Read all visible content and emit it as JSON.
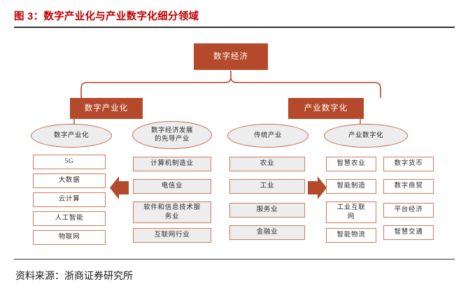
{
  "header": {
    "figure_label": "图 3：",
    "title": "数字产业化与产业数字化细分领域",
    "full_title": "图 3：数字产业化与产业数字化细分领域",
    "accent_color": "#C00000"
  },
  "footer": {
    "source_label": "资料来源：",
    "source_value": "浙商证券研究所",
    "full_text": "资料来源：浙商证券研究所"
  },
  "diagram": {
    "root": {
      "label": "数字经济"
    },
    "branches": [
      {
        "label": "数字产业化"
      },
      {
        "label": "产业数字化"
      }
    ],
    "ellipses": [
      {
        "label": "数字产业化"
      },
      {
        "label_line1": "数字经济发展",
        "label_line2": "的先导产业"
      },
      {
        "label": "传统产业"
      },
      {
        "label": "产业数字化"
      }
    ],
    "columns": [
      {
        "name": "digital-industrialization-techs",
        "style": "white",
        "items": [
          {
            "label": "5G"
          },
          {
            "label": "大数据"
          },
          {
            "label": "云计算"
          },
          {
            "label": "人工智能"
          },
          {
            "label": "物联网"
          }
        ]
      },
      {
        "name": "digital-industries",
        "style": "gray",
        "items": [
          {
            "label": "计算机制造业"
          },
          {
            "label": "电信业"
          },
          {
            "label_line1": "软件和信息技术服",
            "label_line2": "务业"
          },
          {
            "label": "互联网行业"
          }
        ]
      },
      {
        "name": "traditional-industries",
        "style": "gray",
        "items": [
          {
            "label": "农业"
          },
          {
            "label": "工业"
          },
          {
            "label": "服务业"
          },
          {
            "label": "金融业"
          }
        ]
      },
      {
        "name": "industry-digitalization-a",
        "style": "white",
        "items": [
          {
            "label": "智慧农业"
          },
          {
            "label": "智能制造"
          },
          {
            "label_line1": "工业互联",
            "label_line2": "网"
          },
          {
            "label": "智能物流"
          }
        ]
      },
      {
        "name": "industry-digitalization-b",
        "style": "white",
        "items": [
          {
            "label": "数字货币"
          },
          {
            "label": "数字商贸"
          },
          {
            "label": "平台经济"
          },
          {
            "label": "智慧交通"
          }
        ]
      }
    ],
    "arrows": [
      {
        "name": "arrow-left-to-col1",
        "direction": "left"
      },
      {
        "name": "arrow-right-to-col4",
        "direction": "right"
      }
    ],
    "colors": {
      "node_fill": "#B4492B",
      "node_border": "#CC7A5C",
      "gray_fill": "#EDEDED",
      "connector": "#B4492B"
    }
  }
}
